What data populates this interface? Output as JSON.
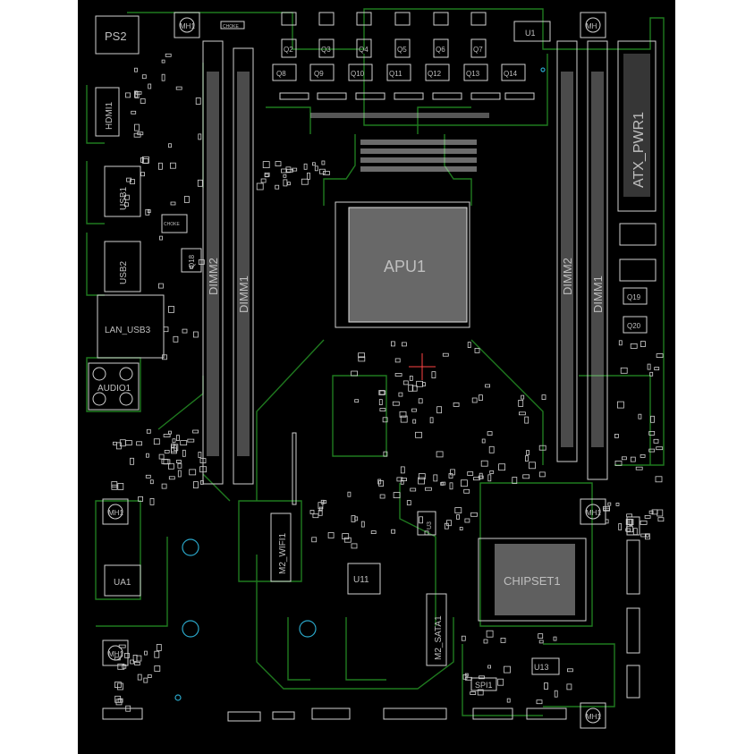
{
  "viewer": {
    "background_color": "#000000",
    "outline_color": "#1f7a1f",
    "silkscreen_color": "#d0d0d0",
    "drill_color": "#2aa6c8"
  },
  "components": {
    "ps2": "PS2",
    "mh1": "MH1",
    "mh_top_right": "MH",
    "u1": "U1",
    "dimm2_left": "DIMM2",
    "dimm1_left": "DIMM1",
    "dimm2_right": "DIMM2",
    "dimm1_right": "DIMM1",
    "atx_pwr1": "ATX_PWR1",
    "apu1": "APU1",
    "hdmi": "HDMI1",
    "usb1": "USB1",
    "usb2": "USB2",
    "lan_usb3": "LAN_USB3",
    "audio1": "AUDIO1",
    "chipset": "CHIPSET1",
    "m2_wifi1": "M2_WIFI1",
    "m2_sata1": "M2_SATA1",
    "u11": "U11",
    "u13": "U13",
    "u3": "U3",
    "ua1": "UA1",
    "spi1": "SPI1",
    "q8": "Q8",
    "q9": "Q9",
    "q10": "Q10",
    "q11": "Q11",
    "q12": "Q12",
    "q13": "Q13",
    "q14": "Q14",
    "q2": "Q2",
    "q3": "Q3",
    "q4": "Q4",
    "q5": "Q5",
    "q6": "Q6",
    "q7": "Q7",
    "q18": "Q18",
    "q19": "Q19",
    "q20": "Q20",
    "choke_top": "CHOKE",
    "choke_side": "CHOKE"
  }
}
